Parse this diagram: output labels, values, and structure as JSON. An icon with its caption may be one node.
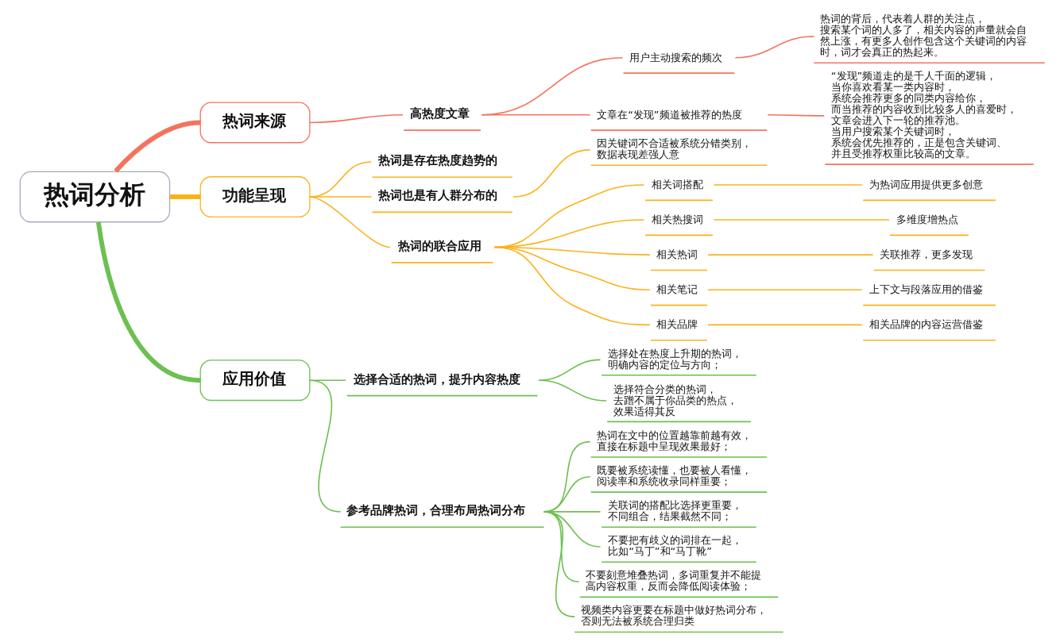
{
  "diagram": {
    "nodes": [
      {
        "text": [
          "热词分析"
        ]
      },
      {
        "text": [
          "热词来源"
        ]
      },
      {
        "text": [
          "高热度文章"
        ]
      },
      {
        "text": [
          "用户主动搜索的频次"
        ]
      },
      {
        "text": [
          "热词的背后，代表着人群的关注点，搜索某个词的人多了，相关内容的声量就会自然上涨，有更多人创作包含这个关键词的内容时，词才会真正的热起来。"
        ]
      },
      {
        "text": [
          "文章在“发现”频道被推荐的热度"
        ]
      },
      {
        "text": [
          "“发现”频道走的是千人千面的逻辑，当你喜欢看某一类内容时，系统会推荐更多的同类内容给你，而当推荐的内容收到比较多人的喜爱时，文章会进入下一轮的推荐池。当用户搜索某个关键词时，系统会优先推荐的，正是包含关键词、并且受推荐权重比较高的文章。"
        ]
      },
      {
        "text": [
          "功能呈现"
        ]
      },
      {
        "text": [
          "热词是存在热度趋势的"
        ]
      },
      {
        "text": [
          "热词也是有人群分布的"
        ]
      },
      {
        "text": [
          "因关键词不合适被系统分错类别，数据表现差强人意"
        ]
      },
      {
        "text": [
          "热词的联合应用"
        ]
      },
      {
        "text": [
          "相关词搭配"
        ]
      },
      {
        "text": [
          "为热词应用提供更多创意"
        ]
      },
      {
        "text": [
          "相关热搜词"
        ]
      },
      {
        "text": [
          "多维度增热点"
        ]
      },
      {
        "text": [
          "相关热词"
        ]
      },
      {
        "text": [
          "关联推荐，更多发现"
        ]
      },
      {
        "text": [
          "相关笔记"
        ]
      },
      {
        "text": [
          "上下文与段落应用的借鉴"
        ]
      },
      {
        "text": [
          "相关品牌"
        ]
      },
      {
        "text": [
          "相关品牌的内容运营借鉴"
        ]
      },
      {
        "text": [
          "应用价值"
        ]
      },
      {
        "text": [
          "选择合适的热词，提升内容热度"
        ]
      },
      {
        "text": [
          "选择处在热度上升期的热词，明确内容的定位与方向；"
        ]
      },
      {
        "text": [
          "选择符合分类的热词，去蹭不属于你品类的热点，效果适得其反"
        ]
      },
      {
        "text": [
          "参考品牌热词，合理布局热词分布"
        ]
      },
      {
        "text": [
          "热词在文中的位置越靠前越有效，直接在标题中呈现效果最好；"
        ]
      },
      {
        "text": [
          "既要被系统读懂，也要被人看懂，阅读率和系统收录同样重要；"
        ]
      },
      {
        "text": [
          "关联词的搭配比选择更重要，不同组合，结果截然不同；"
        ]
      },
      {
        "text": [
          "不要把有歧义的词排在一起，比如“马丁”和“马丁靴”"
        ]
      },
      {
        "text": [
          "不要刻意堆叠热词，多词重复并不能提高内容权重，反而会降低阅读体验；"
        ]
      },
      {
        "text": [
          "视频类内容更要在标题中做好热词分布，否则无法被系统合理归类"
        ]
      }
    ],
    "edges": [
      {
        "from": 0,
        "to": 1,
        "arrow": "none",
        "style": "thick",
        "color": "#f4735f"
      },
      {
        "from": 1,
        "to": 2,
        "arrow": "none",
        "color": "#f4735f"
      },
      {
        "from": 2,
        "to": 3,
        "arrow": "none",
        "color": "#f4735f"
      },
      {
        "from": 3,
        "to": 4,
        "arrow": "none",
        "color": "#f4735f"
      },
      {
        "from": 2,
        "to": 5,
        "arrow": "none",
        "color": "#f4735f"
      },
      {
        "from": 5,
        "to": 6,
        "arrow": "none",
        "color": "#f4735f"
      },
      {
        "from": 0,
        "to": 7,
        "arrow": "none",
        "style": "thick"
      },
      {
        "from": 7,
        "to": 8,
        "arrow": "none"
      },
      {
        "from": 7,
        "to": 9,
        "arrow": "none"
      },
      {
        "from": 9,
        "to": 10,
        "arrow": "none"
      },
      {
        "from": 7,
        "to": 11,
        "arrow": "none"
      },
      {
        "from": 11,
        "to": 12,
        "arrow": "none"
      },
      {
        "from": 12,
        "to": 13,
        "arrow": "none"
      },
      {
        "from": 11,
        "to": 14,
        "arrow": "none"
      },
      {
        "from": 14,
        "to": 15,
        "arrow": "none"
      },
      {
        "from": 11,
        "to": 16,
        "arrow": "none"
      },
      {
        "from": 16,
        "to": 17,
        "arrow": "none"
      },
      {
        "from": 11,
        "to": 18,
        "arrow": "none"
      },
      {
        "from": 18,
        "to": 19,
        "arrow": "none"
      },
      {
        "from": 11,
        "to": 20,
        "arrow": "none"
      },
      {
        "from": 20,
        "to": 21,
        "arrow": "none"
      },
      {
        "from": 0,
        "to": 22,
        "arrow": "none",
        "style": "thick",
        "color": "#6cc04f"
      },
      {
        "from": 22,
        "to": 23,
        "arrow": "none",
        "color": "#6cc04f"
      },
      {
        "from": 23,
        "to": 24,
        "arrow": "none",
        "color": "#6cc04f"
      },
      {
        "from": 23,
        "to": 25,
        "arrow": "none",
        "color": "#6cc04f"
      },
      {
        "from": 22,
        "to": 26,
        "arrow": "none",
        "color": "#6cc04f"
      },
      {
        "from": 26,
        "to": 27,
        "arrow": "none",
        "color": "#6cc04f"
      },
      {
        "from": 26,
        "to": 28,
        "arrow": "none",
        "color": "#6cc04f"
      },
      {
        "from": 26,
        "to": 29,
        "arrow": "none",
        "color": "#6cc04f"
      },
      {
        "from": 26,
        "to": 30,
        "arrow": "none",
        "color": "#6cc04f"
      },
      {
        "from": 26,
        "to": 31,
        "arrow": "none",
        "color": "#6cc04f"
      },
      {
        "from": 26,
        "to": 32,
        "arrow": "none",
        "color": "#6cc04f"
      }
    ]
  }
}
